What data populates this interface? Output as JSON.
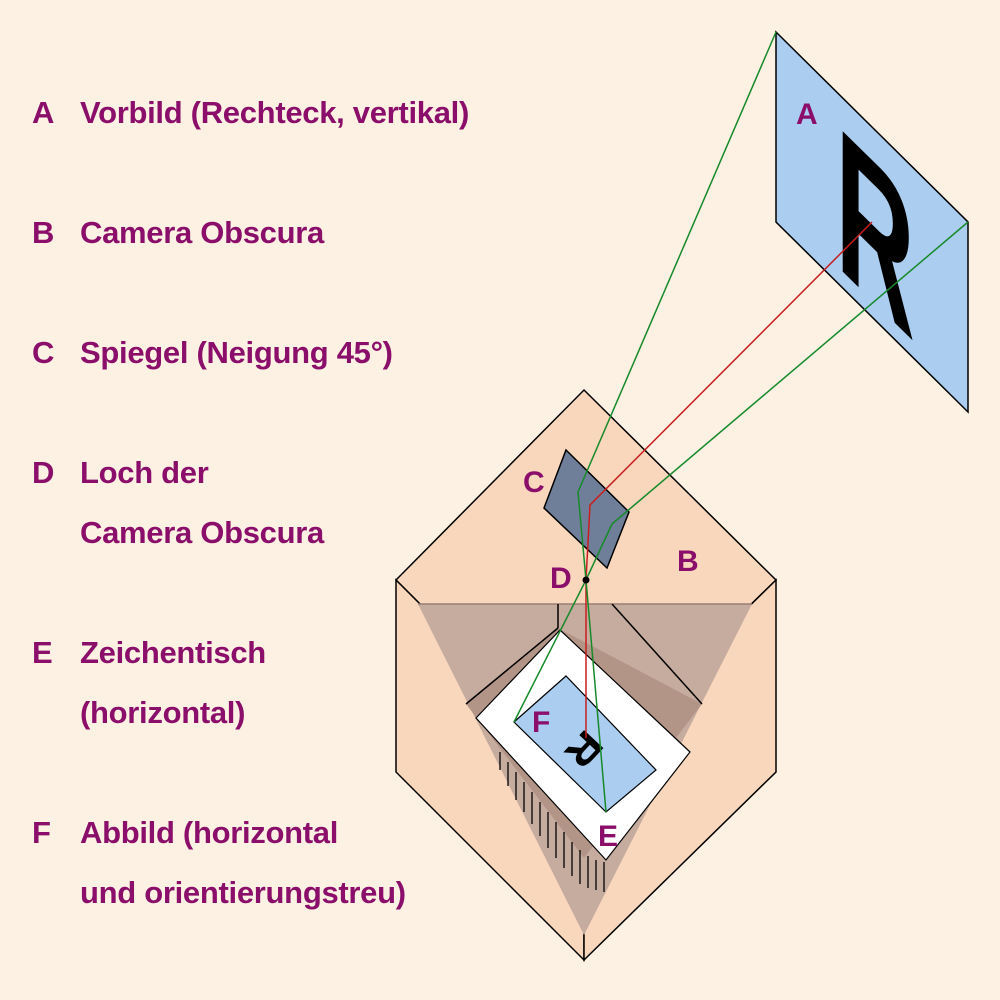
{
  "legend": [
    {
      "letter": "A",
      "line1": "Vorbild (Rechteck, vertikal)",
      "line2": ""
    },
    {
      "letter": "B",
      "line1": "Camera Obscura",
      "line2": ""
    },
    {
      "letter": "C",
      "line1": "Spiegel (Neigung 45°)",
      "line2": ""
    },
    {
      "letter": "D",
      "line1": "Loch der",
      "line2": "Camera Obscura"
    },
    {
      "letter": "E",
      "line1": "Zeichentisch",
      "line2": "(horizontal)"
    },
    {
      "letter": "F",
      "line1": "Abbild (horizontal",
      "line2": "und orientierungstreu)"
    }
  ],
  "diagram": {
    "labels": {
      "A": "A",
      "B": "B",
      "C": "C",
      "D": "D",
      "E": "E",
      "F": "F"
    },
    "object_glyph": "R",
    "image_glyph": "R"
  },
  "colors": {
    "background": "#fcf1e3",
    "label": "#8b0e6b",
    "object_plane": "#aacdf0",
    "box_face": "#f8d7bd",
    "box_shadow": "#c6ab9f",
    "mirror": "#6f7f99",
    "ray_red": "#c81e1e",
    "ray_green": "#178a2a"
  }
}
